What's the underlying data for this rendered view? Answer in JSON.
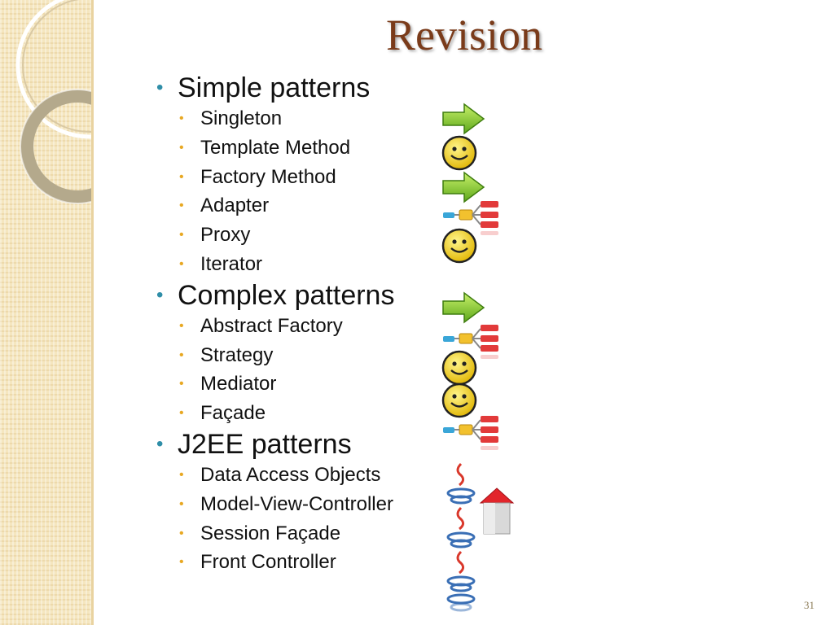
{
  "title": "Revision",
  "sections": [
    {
      "heading": "Simple patterns",
      "items": [
        "Singleton",
        "Template Method",
        "Factory Method",
        "Adapter",
        "Proxy",
        "Iterator"
      ]
    },
    {
      "heading": "Complex patterns",
      "items": [
        "Abstract Factory",
        "Strategy",
        "Mediator",
        "Façade"
      ]
    },
    {
      "heading": "J2EE patterns",
      "items": [
        "Data Access Objects",
        "Model-View-Controller",
        "Session Façade",
        "Front Controller"
      ]
    }
  ],
  "page_number": "31",
  "colors": {
    "title": "#7a3b1a",
    "level1_bullet": "#2f8ea8",
    "level2_bullet": "#e8a823",
    "band": "#f5e6bf"
  },
  "icons": [
    "green-arrow-icon",
    "smiley-icon",
    "green-arrow-icon",
    "structure-diagram-icon",
    "smiley-icon",
    "green-arrow-icon",
    "structure-diagram-icon",
    "smiley-icon",
    "smiley-icon",
    "structure-diagram-icon",
    "java-logo-icon",
    "house-icon"
  ]
}
